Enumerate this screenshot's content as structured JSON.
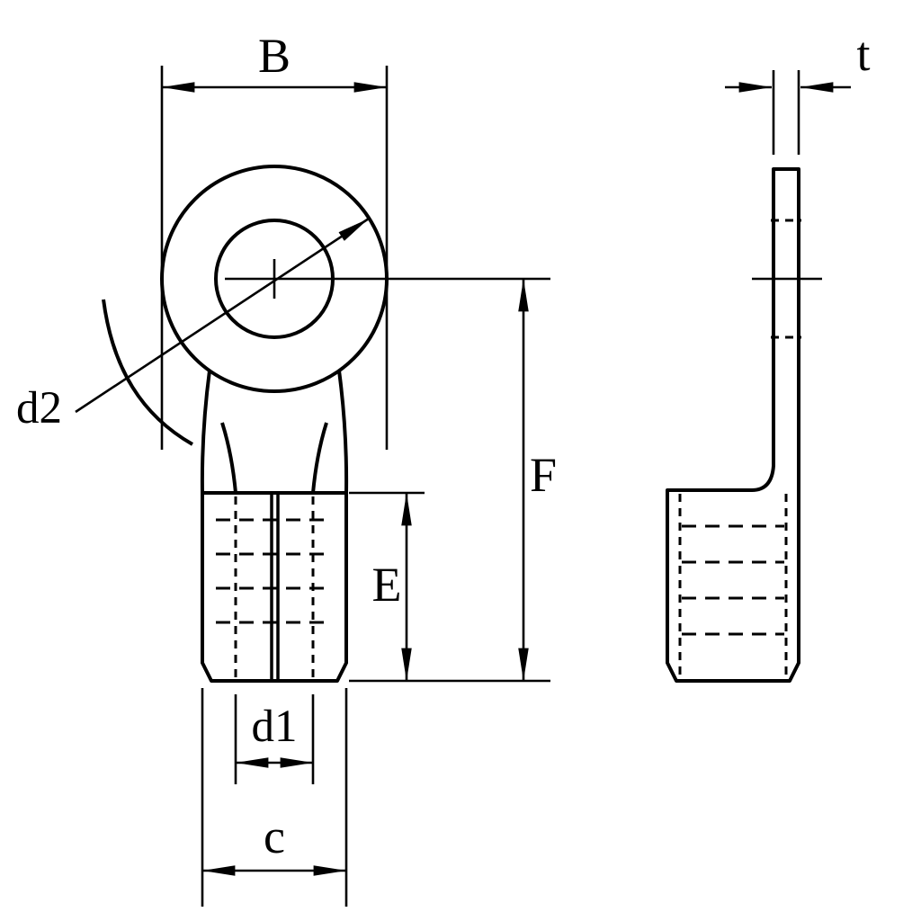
{
  "diagram": {
    "labels": {
      "B": "B",
      "t": "t",
      "d2": "d2",
      "F": "F",
      "E": "E",
      "d1": "d1",
      "c": "c"
    },
    "colors": {
      "line": "#000000",
      "background": "#ffffff"
    }
  }
}
